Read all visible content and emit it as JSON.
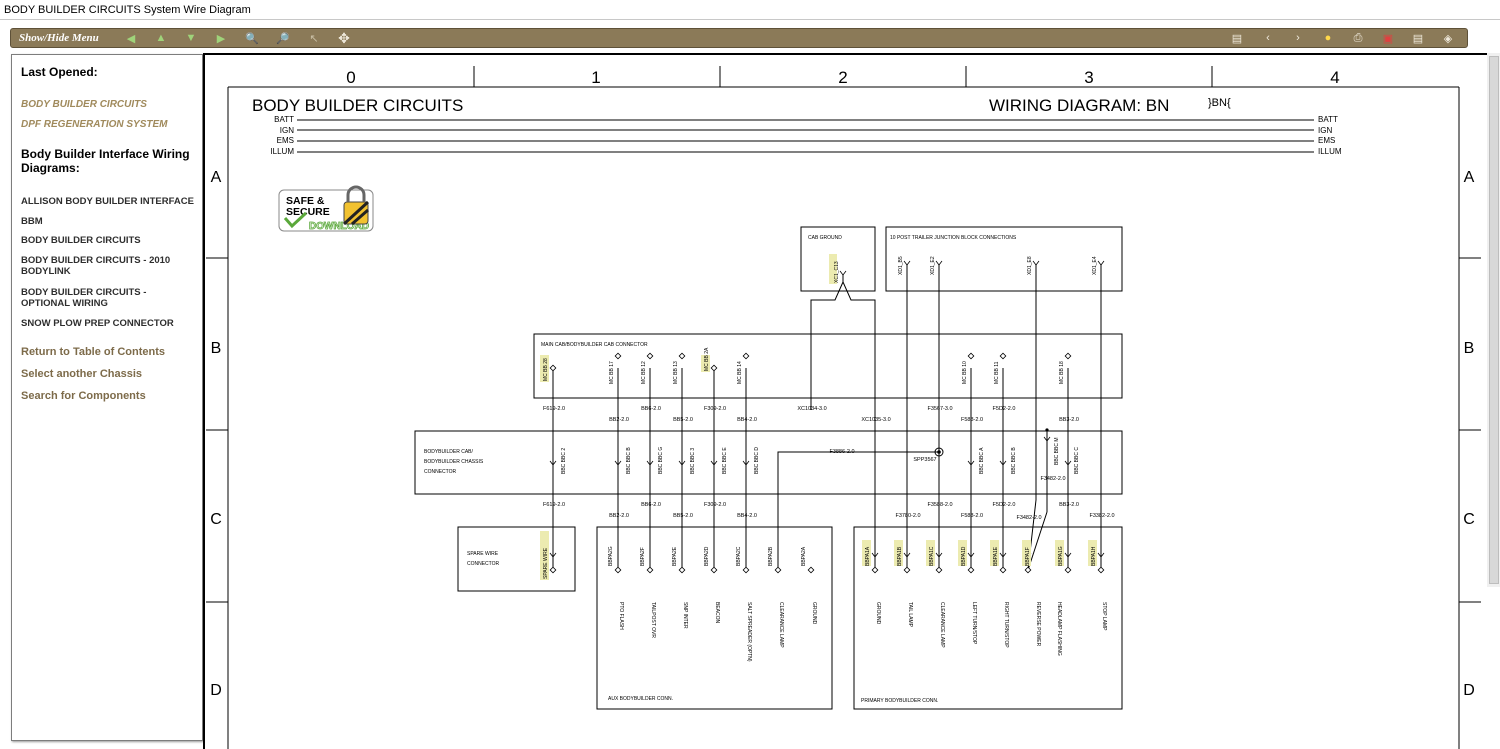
{
  "window": {
    "title": "BODY BUILDER CIRCUITS System Wire Diagram"
  },
  "toolbar": {
    "show_hide_label": "Show/Hide Menu",
    "left_icons": [
      "back-arrow-icon",
      "up-arrow-icon",
      "down-arrow-icon",
      "forward-arrow-icon",
      "zoom-in-icon",
      "zoom-out-icon",
      "pointer-icon",
      "pan-icon"
    ],
    "right_icons": [
      "fit-page-icon",
      "previous-icon",
      "next-icon",
      "highlight-icon",
      "print-icon",
      "legend-icon",
      "notes-icon",
      "options-icon"
    ]
  },
  "sidebar": {
    "last_opened_heading": "Last Opened:",
    "recent": [
      "BODY BUILDER CIRCUITS",
      "DPF REGENERATION SYSTEM"
    ],
    "section_heading": "Body Builder Interface Wiring Diagrams:",
    "items": [
      "ALLISON BODY BUILDER INTERFACE",
      "BBM",
      "BODY BUILDER CIRCUITS",
      "BODY BUILDER CIRCUITS - 2010 BODYLINK",
      "BODY BUILDER CIRCUITS - OPTIONAL WIRING",
      "SNOW PLOW PREP CONNECTOR"
    ],
    "links": [
      "Return to Table of Contents",
      "Select another Chassis",
      "Search for Components"
    ]
  },
  "diagram": {
    "col_labels": [
      "0",
      "1",
      "2",
      "3",
      "4"
    ],
    "row_labels": [
      "A",
      "B",
      "C",
      "D"
    ],
    "title_left": "BODY BUILDER CIRCUITS",
    "title_right": "WIRING DIAGRAM: BN",
    "code": "}BN{",
    "bus": [
      "BATT",
      "IGN",
      "EMS",
      "ILLUM"
    ],
    "badge": {
      "line1": "SAFE &",
      "line2": "SECURE",
      "line3": "DOWNLOAD"
    },
    "cab_ground_label": "CAB GROUND",
    "cab_ground_pin": "XC1_C13",
    "trailer_label": "10 POST TRAILER JUNCTION BLOCK CONNECTIONS",
    "trailer_pins": [
      "XD1_B5",
      "XD1_E2",
      "XD1_E8",
      "XD1_E4"
    ],
    "main_cab_label": "MAIN CAB/BODYBUILDER CAB CONNECTOR",
    "main_cab_pins": [
      "MC BB 28",
      "MC BB 17",
      "MC BB 12",
      "MC BB 13",
      "MC BB 2A",
      "MC BB 14",
      "MC BB 10",
      "MC BB 11",
      "MC BB 18"
    ],
    "row1_top": [
      "F619-2.0",
      "XC1034-3.0",
      "XC1035-3.0",
      "F3567-3.0",
      "F5D2-2.0"
    ],
    "row1_bottom": [
      "BB2-2.0",
      "BB6-2.0",
      "BB5-2.0",
      "F309-2.0",
      "BB4-2.0",
      "F583-2.0",
      "BB3-2.0"
    ],
    "chassis_label": [
      "BODYBUILDER CAB/",
      "BODYBUILDER CHASSIS",
      "CONNECTOR"
    ],
    "chassis_pins": [
      "BBC BBC 2",
      "BBC BBC B",
      "BBC BBC G",
      "BBC BBC 3",
      "BBC BBC E",
      "BBC BBC D",
      "BBC BBC A",
      "BBC BBC B",
      "BBC BBC M",
      "BBC BBC C"
    ],
    "f3886": "F3886-2.0",
    "splice": "SPP3567",
    "f3482a": "F3482-2.0",
    "row2_top": [
      "F619-2.0",
      "BB6-2.0",
      "F309-2.0",
      "F3588-2.0",
      "F5D2-2.0",
      "BB3-2.0"
    ],
    "row2_bottom": [
      "BB2-2.0",
      "BB5-2.0",
      "BB4-2.0",
      "F3780-2.0",
      "F583-2.0",
      "F3482-2.0",
      "F3382-2.0"
    ],
    "spare_label": [
      "SPARE WIRE",
      "CONNECTOR"
    ],
    "spare_pin": "SPARE WIRE",
    "aux_label": "AUX BODYBUILDER CONN.",
    "aux_pins": [
      "BBPA2G",
      "BBPA2F",
      "BBPA2E",
      "BBPA2D",
      "BBPA2C",
      "BBPA2B",
      "BBPA2A"
    ],
    "aux_funcs": [
      "PTO FLASH",
      "TAILPOST OVR",
      "SNP INTER",
      "BEACON",
      "SALT SPREADER (OPTN)",
      "CLEARANCE LAMP",
      "GROUND"
    ],
    "primary_label": "PRIMARY BODYBUILDER CONN.",
    "primary_pins": [
      "BBPA1A",
      "BBPA1B",
      "BBPA1C",
      "BBPA1D",
      "BBPA1E",
      "BBPA1F",
      "BBPA1G",
      "BBPA1H"
    ],
    "primary_funcs": [
      "GROUND",
      "TAIL LAMP",
      "CLEARANCE LAMP",
      "LEFT TURN/STOP",
      "RIGHT TURN/STOP",
      "REVERSE POWER",
      "HEADLAMP FLASHING",
      "STOP LAMP"
    ]
  }
}
